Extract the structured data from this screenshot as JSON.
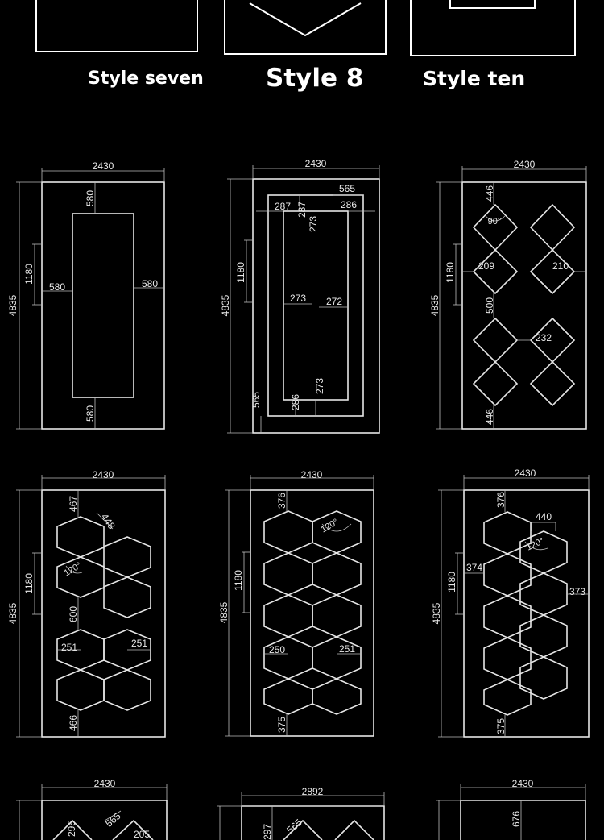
{
  "styles": {
    "seven": "Style seven",
    "eight": "Style 8",
    "ten": "Style ten"
  },
  "colors": {
    "background": "#000000",
    "line": "#ffffff",
    "dimension": "#cfcfcf"
  },
  "panels": {
    "a": {
      "width": "2430",
      "height": "4835",
      "offset": "1180",
      "top": "580",
      "bottom": "580",
      "left": "580",
      "right": "580"
    },
    "b": {
      "width": "2430",
      "height": "4835",
      "offset": "1180",
      "d565": "565",
      "d287": "287",
      "d287v": "287",
      "d286": "286",
      "d273v": "273",
      "d273": "273",
      "d272": "272",
      "d565v": "565",
      "d286v": "286",
      "d273b": "273"
    },
    "c": {
      "width": "2430",
      "height": "4835",
      "offset": "1180",
      "top": "446",
      "angle": "90°",
      "left": "209",
      "right": "210",
      "gap": "500",
      "mid": "232",
      "bottom": "446"
    },
    "d": {
      "width": "2430",
      "height": "4835",
      "offset": "1180",
      "top": "467",
      "side": "448",
      "angle": "120°",
      "gap": "600",
      "left": "251",
      "right": "251",
      "bottom": "466"
    },
    "e": {
      "width": "2430",
      "height": "4835",
      "offset": "1180",
      "top": "376",
      "angle": "120°",
      "left": "250",
      "right": "251",
      "bottom": "375"
    },
    "f": {
      "width": "2430",
      "height": "4835",
      "offset": "1180",
      "top": "376",
      "side": "440",
      "angle": "120°",
      "left": "374",
      "right": "373",
      "bottom": "375"
    },
    "g": {
      "width": "2430",
      "d295": "295",
      "d565": "565",
      "d205": "205"
    },
    "h": {
      "width": "2892",
      "d297": "297",
      "d565": "565"
    },
    "i": {
      "width": "2430",
      "d676": "676"
    }
  }
}
